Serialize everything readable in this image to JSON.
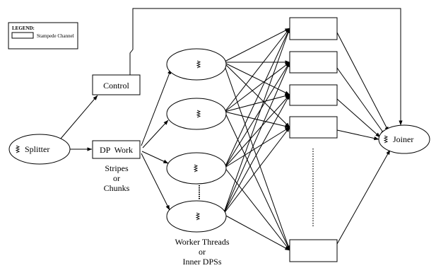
{
  "legend": {
    "title": "LEGEND:",
    "item": "Stampede Channel"
  },
  "nodes": {
    "control": "Control",
    "dp_work": "DP  Work",
    "splitter": "Splitter",
    "joiner": "Joiner"
  },
  "notes": {
    "stripes_line1": "Stripes",
    "stripes_line2": "or",
    "stripes_line3": "Chunks",
    "workers_line1": "Worker Threads",
    "workers_line2": "or",
    "workers_line3": "Inner DPSs"
  },
  "colors": {
    "stroke": "#000000",
    "background": "#ffffff"
  },
  "icons": {
    "thread": "squiggle-icon"
  }
}
